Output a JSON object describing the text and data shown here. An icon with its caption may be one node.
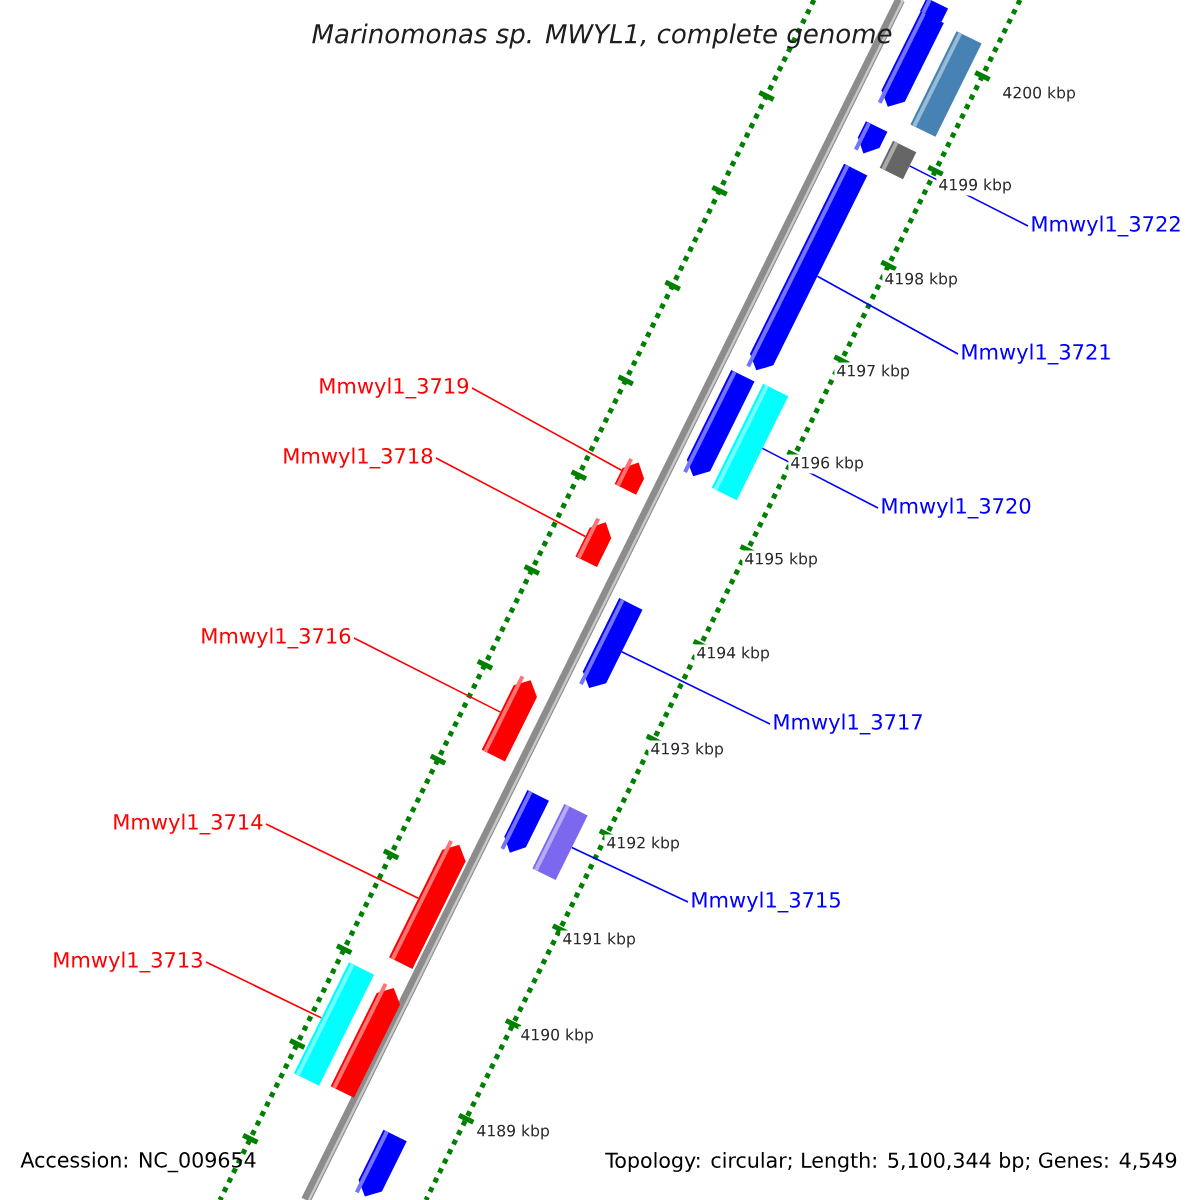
{
  "diagram": {
    "title": "Marinomonas sp. MWYL1, complete genome",
    "nodes": [
      {
        "text": [
          "Mmwyl1_3722"
        ]
      },
      {
        "text": [
          "Mmwyl1_3721"
        ]
      },
      {
        "text": [
          "Mmwyl1_3719"
        ]
      },
      {
        "text": [
          "Mmwyl1_3718"
        ]
      },
      {
        "text": [
          "Mmwyl1_3720"
        ]
      },
      {
        "text": [
          "Mmwyl1_3716"
        ]
      },
      {
        "text": [
          "Mmwyl1_3717"
        ]
      },
      {
        "text": [
          "Mmwyl1_3714"
        ]
      },
      {
        "text": [
          "Mmwyl1_3715"
        ]
      },
      {
        "text": [
          "Mmwyl1_3713"
        ]
      },
      {
        "text": [],
        "shape": "bar"
      },
      {
        "text": [],
        "shape": "bar"
      },
      {
        "text": [],
        "shape": "bar"
      },
      {
        "text": [],
        "shape": "bar"
      },
      {
        "text": [],
        "shape": "bar"
      },
      {
        "text": [],
        "shape": "bar"
      },
      {
        "text": [],
        "shape": "bar"
      },
      {
        "text": [],
        "shape": "bar"
      },
      {
        "text": [],
        "shape": "bar"
      },
      {
        "text": [],
        "shape": "bar"
      },
      {
        "text": [],
        "shape": "bar"
      },
      {
        "text": [],
        "shape": "bar"
      },
      {
        "text": [],
        "shape": "bar"
      },
      {
        "text": [],
        "shape": "bar"
      },
      {
        "text": [],
        "shape": "bar"
      },
      {
        "text": [],
        "shape": "bar"
      },
      {
        "text": [],
        "shape": "bar"
      },
      {
        "text": [],
        "shape": "bar"
      }
    ],
    "edges": [
      {
        "from": 0,
        "to": 14,
        "arrow": "none"
      },
      {
        "from": 1,
        "to": 15,
        "arrow": "none"
      },
      {
        "from": 2,
        "to": 18,
        "arrow": "none",
        "color": "#ff0000"
      },
      {
        "from": 3,
        "to": 19,
        "arrow": "none",
        "color": "#ff0000"
      },
      {
        "from": 4,
        "to": 17,
        "arrow": "none"
      },
      {
        "from": 5,
        "to": 21,
        "arrow": "none",
        "color": "#ff0000"
      },
      {
        "from": 6,
        "to": 20,
        "arrow": "none"
      },
      {
        "from": 7,
        "to": 24,
        "arrow": "none",
        "color": "#ff0000"
      },
      {
        "from": 8,
        "to": 23,
        "arrow": "none"
      },
      {
        "from": 9,
        "to": 25,
        "arrow": "none",
        "color": "#ff0000"
      }
    ],
    "labels": [
      "4200 kbp",
      "4199 kbp",
      "4198 kbp",
      "4197 kbp",
      "4196 kbp",
      "4195 kbp",
      "4194 kbp",
      "4193 kbp",
      "4192 kbp",
      "4191 kbp",
      "4190 kbp",
      "4189 kbp",
      "Accession: NC_009654",
      "Topology: circular; Length: 5,100,344 bp; Genes: 4,549"
    ]
  }
}
